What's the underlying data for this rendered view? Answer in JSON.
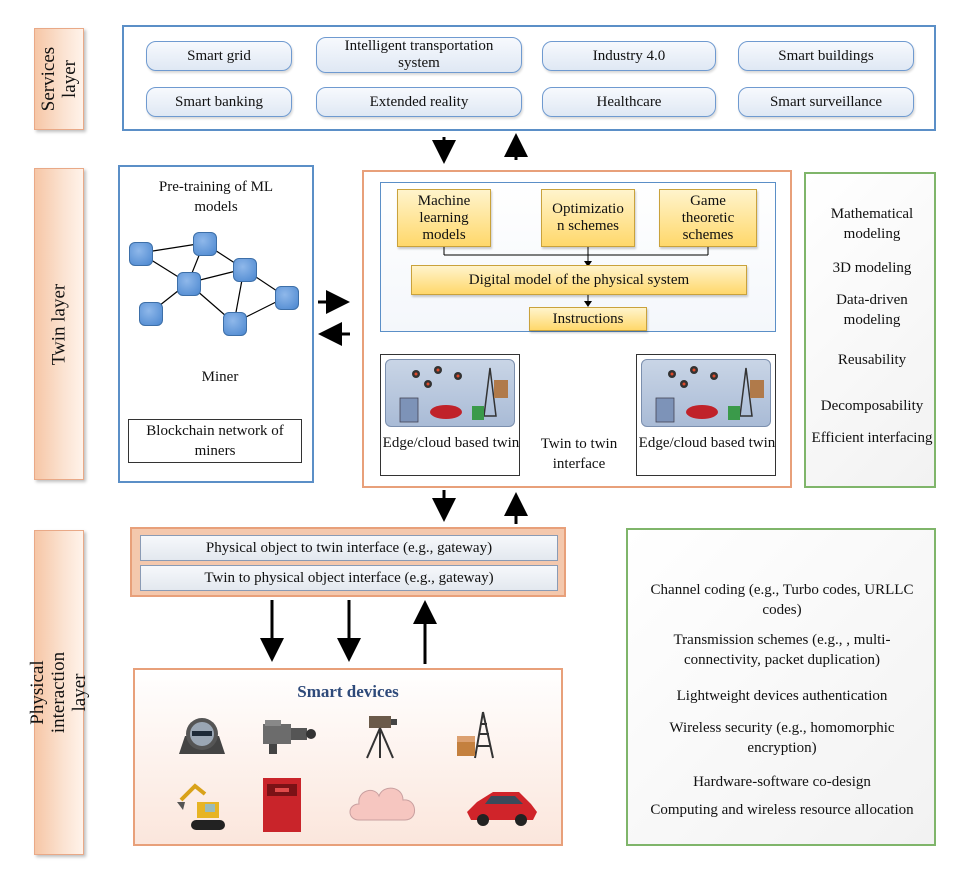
{
  "layers": {
    "services": "Services layer",
    "twin": "Twin layer",
    "physical": "Physical interaction layer"
  },
  "services": [
    "Smart grid",
    "Intelligent transportation system",
    "Industry 4.0",
    "Smart buildings",
    "Smart banking",
    "Extended reality",
    "Healthcare",
    "Smart surveillance"
  ],
  "blockchain": {
    "pretraining": "Pre-training of ML models",
    "miner": "Miner",
    "network": "Blockchain network of  miners"
  },
  "twin_core": {
    "ml_models": "Machine learning models",
    "optimization": "Optimizatio n schemes",
    "game_theoretic": "Game theoretic schemes",
    "digital_model": "Digital model of the physical system",
    "instructions": "Instructions",
    "edge_twin_left": "Edge/cloud based twin",
    "edge_twin_right": "Edge/cloud based twin",
    "twin_to_twin": "Twin to twin interface"
  },
  "twin_features": [
    "Mathematical modeling",
    "3D modeling",
    "Data-driven modeling",
    "Reusability",
    "Decomposability",
    "Efficient interfacing"
  ],
  "interfaces": {
    "physical_to_twin": "Physical object to twin interface (e.g., gateway)",
    "twin_to_physical": "Twin to physical object interface (e.g., gateway)"
  },
  "smart_devices": {
    "title": "Smart devices",
    "icons": [
      "sensor-icon",
      "camera-icon",
      "tripod-camera-icon",
      "cell-tower-icon",
      "excavator-icon",
      "server-cabinet-icon",
      "cloud-icon",
      "car-icon"
    ]
  },
  "physical_features": [
    "Channel coding (e.g., Turbo codes, URLLC codes)",
    "Transmission schemes (e.g., ,  multi-connectivity,  packet duplication)",
    "Lightweight devices authentication",
    "Wireless security (e.g., homomorphic encryption)",
    "Hardware-software co-design",
    "Computing and wireless resource allocation"
  ],
  "colors": {
    "blue_frame": "#5b8fc7",
    "orange_frame": "#e8a07a",
    "green_frame": "#7fb56a",
    "title_blue": "#2e4a7a"
  }
}
